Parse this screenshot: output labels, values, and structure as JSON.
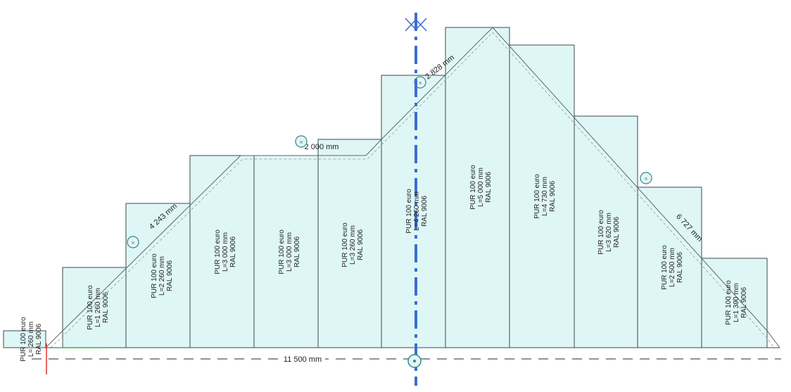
{
  "panels": [
    {
      "name": "PUR 100 euro",
      "length": "L= 260 mm",
      "color": "RAL 9006"
    },
    {
      "name": "PUR 100 euro",
      "length": "L=1 260 mm",
      "color": "RAL 9006"
    },
    {
      "name": "PUR 100 euro",
      "length": "L=2 260 mm",
      "color": "RAL 9006"
    },
    {
      "name": "PUR 100 euro",
      "length": "L=3 000 mm",
      "color": "RAL 9006"
    },
    {
      "name": "PUR 100 euro",
      "length": "L=3 000 mm",
      "color": "RAL 9006"
    },
    {
      "name": "PUR 100 euro",
      "length": "L=3 260 mm",
      "color": "RAL 9006"
    },
    {
      "name": "PUR 100 euro",
      "length": "L=4 260 mm",
      "color": "RAL 9006"
    },
    {
      "name": "PUR 100 euro",
      "length": "L=5 000 mm",
      "color": "RAL 9006"
    },
    {
      "name": "PUR 100 euro",
      "length": "L=4 730 mm",
      "color": "RAL 9006"
    },
    {
      "name": "PUR 100 euro",
      "length": "L=3 620 mm",
      "color": "RAL 9006"
    },
    {
      "name": "PUR 100 euro",
      "length": "L=2 500 mm",
      "color": "RAL 9006"
    },
    {
      "name": "PUR 100 euro",
      "length": "L=1 390 mm",
      "color": "RAL 9006"
    }
  ],
  "dimensions": {
    "left_slope": "4 243 mm",
    "flat_top": "2 000 mm",
    "center_slope": "2 828 mm",
    "right_slope": "6 727 mm",
    "total_width": "11 500 mm"
  },
  "colors": {
    "panel_fill": "#dff6f6",
    "axis_blue": "#3a6fd0",
    "marker_teal": "#2a8c8c"
  }
}
